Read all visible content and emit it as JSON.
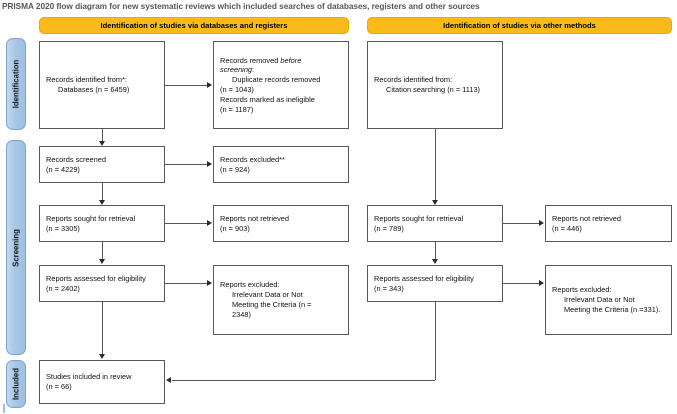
{
  "title": "PRISMA 2020 flow diagram for new systematic reviews which included searches of databases, registers and other sources",
  "colors": {
    "header_orange": "#FBBA1B",
    "header_orange_border": "#E8A90F",
    "stage_blue": "#a8c7e6",
    "stage_blue_border": "#7ba4cf",
    "box_border": "#585858",
    "title_gray": "#58585a"
  },
  "headers": {
    "left": "Identification of studies via databases and registers",
    "right": "Identification of studies via other methods"
  },
  "stages": [
    {
      "key": "identification",
      "label": "Identification"
    },
    {
      "key": "screening",
      "label": "Screening"
    },
    {
      "key": "included",
      "label": "Included"
    }
  ],
  "left_column": {
    "identified": {
      "line1": "Records identified from*:",
      "line2": "Databases (n = 6459)"
    },
    "removed": {
      "line1": "Records removed ",
      "line1_italic": "before",
      "line2_italic": "screening",
      "line2_tail": ":",
      "line3": "Duplicate records removed",
      "line4": "(n = 1043)",
      "line5": "Records marked as ineligible",
      "line6": "(n = 1187)"
    },
    "screened": {
      "line1": "Records screened",
      "line2": "(n = 4229)"
    },
    "excluded": {
      "line1": "Records excluded**",
      "line2": "(n = 924)"
    },
    "sought": {
      "line1": "Reports sought for retrieval",
      "line2": "(n = 3305)"
    },
    "not_retrieved": {
      "line1": "Reports not retrieved",
      "line2": "(n = 903)"
    },
    "assessed": {
      "line1": "Reports assessed for eligibility",
      "line2": "(n = 2402)"
    },
    "reports_excluded": {
      "line1": "Reports excluded:",
      "line2": "Irrelevant Data or Not",
      "line3": "Meeting the Criteria (n =",
      "line4": "2348)"
    },
    "included": {
      "line1": "Studies included in review",
      "line2": "(n = 66)"
    }
  },
  "right_column": {
    "identified": {
      "line1": "Records identified from:",
      "line2": "Citation searching (n = 1113)"
    },
    "sought": {
      "line1": "Reports sought for retrieval",
      "line2": "(n = 789)"
    },
    "not_retrieved": {
      "line1": "Reports not retrieved",
      "line2": "(n = 446)"
    },
    "assessed": {
      "line1": "Reports assessed for eligibility",
      "line2": "(n = 343)"
    },
    "reports_excluded": {
      "line1": "Reports excluded:",
      "line2": "Irrelevant Data or Not",
      "line3": "Meeting the Criteria (n =331)."
    }
  },
  "chart_data": {
    "type": "diagram",
    "diagram_type": "prisma-flow",
    "nodes": [
      {
        "id": "db_identified",
        "column": "databases",
        "stage": "Identification",
        "label": "Records identified from*: Databases",
        "n": 6459
      },
      {
        "id": "removed_before_screening",
        "column": "databases",
        "stage": "Identification",
        "label": "Records removed before screening",
        "duplicate_records_removed": 1043,
        "records_marked_ineligible": 1187
      },
      {
        "id": "records_screened",
        "column": "databases",
        "stage": "Screening",
        "label": "Records screened",
        "n": 4229
      },
      {
        "id": "records_excluded",
        "column": "databases",
        "stage": "Screening",
        "label": "Records excluded**",
        "n": 924
      },
      {
        "id": "reports_sought",
        "column": "databases",
        "stage": "Screening",
        "label": "Reports sought for retrieval",
        "n": 3305
      },
      {
        "id": "reports_not_retrieved",
        "column": "databases",
        "stage": "Screening",
        "label": "Reports not retrieved",
        "n": 903
      },
      {
        "id": "reports_assessed",
        "column": "databases",
        "stage": "Screening",
        "label": "Reports assessed for eligibility",
        "n": 2402
      },
      {
        "id": "reports_excluded",
        "column": "databases",
        "stage": "Screening",
        "label": "Reports excluded: Irrelevant Data or Not Meeting the Criteria",
        "n": 2348
      },
      {
        "id": "other_identified",
        "column": "other_methods",
        "stage": "Identification",
        "label": "Records identified from: Citation searching",
        "n": 1113
      },
      {
        "id": "other_sought",
        "column": "other_methods",
        "stage": "Screening",
        "label": "Reports sought for retrieval",
        "n": 789
      },
      {
        "id": "other_not_retrieved",
        "column": "other_methods",
        "stage": "Screening",
        "label": "Reports not retrieved",
        "n": 446
      },
      {
        "id": "other_assessed",
        "column": "other_methods",
        "stage": "Screening",
        "label": "Reports assessed for eligibility",
        "n": 343
      },
      {
        "id": "other_excluded",
        "column": "other_methods",
        "stage": "Screening",
        "label": "Reports excluded: Irrelevant Data or Not Meeting the Criteria",
        "n": 331
      },
      {
        "id": "studies_included",
        "column": "merged",
        "stage": "Included",
        "label": "Studies included in review",
        "n": 66
      }
    ],
    "edges": [
      {
        "from": "db_identified",
        "to": "removed_before_screening"
      },
      {
        "from": "db_identified",
        "to": "records_screened"
      },
      {
        "from": "records_screened",
        "to": "records_excluded"
      },
      {
        "from": "records_screened",
        "to": "reports_sought"
      },
      {
        "from": "reports_sought",
        "to": "reports_not_retrieved"
      },
      {
        "from": "reports_sought",
        "to": "reports_assessed"
      },
      {
        "from": "reports_assessed",
        "to": "reports_excluded"
      },
      {
        "from": "reports_assessed",
        "to": "studies_included"
      },
      {
        "from": "other_identified",
        "to": "other_sought"
      },
      {
        "from": "other_sought",
        "to": "other_not_retrieved"
      },
      {
        "from": "other_sought",
        "to": "other_assessed"
      },
      {
        "from": "other_assessed",
        "to": "other_excluded"
      },
      {
        "from": "other_assessed",
        "to": "studies_included"
      }
    ]
  }
}
